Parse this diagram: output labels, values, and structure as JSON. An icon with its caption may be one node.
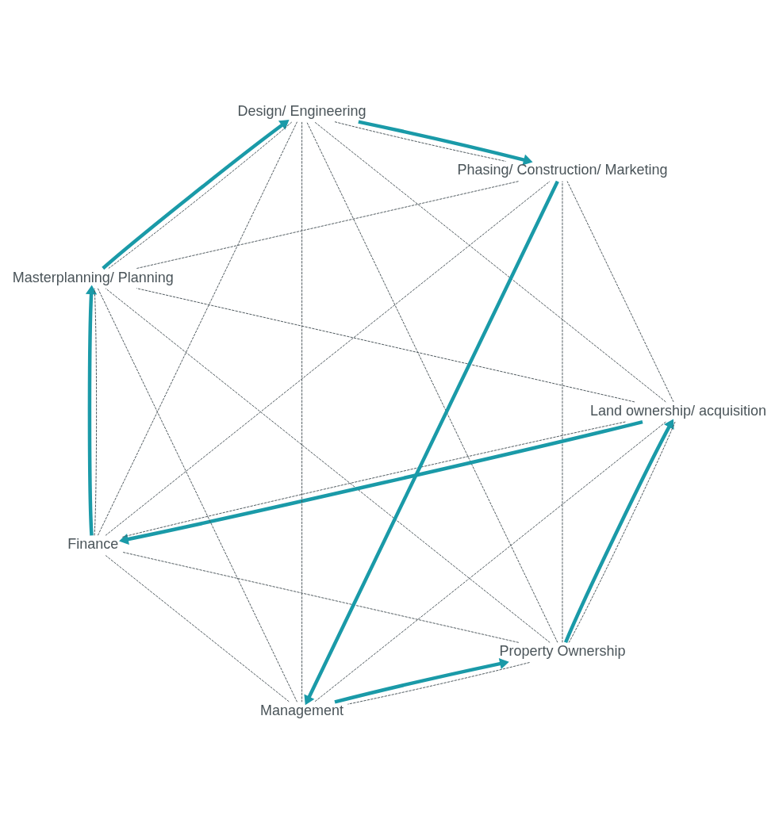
{
  "diagram": {
    "nodes": [
      {
        "text": [
          "Property Ownership"
        ]
      },
      {
        "text": [
          "Land ownership/ acquisition"
        ]
      },
      {
        "text": [
          "Finance"
        ]
      },
      {
        "text": [
          "Masterplanning/ Planning"
        ]
      },
      {
        "text": [
          "Design/ Engineering"
        ]
      },
      {
        "text": [
          "Phasing/ Construction/ Marketing"
        ]
      },
      {
        "text": [
          "Management"
        ]
      }
    ],
    "edges": [
      {
        "from": 0,
        "to": 1,
        "arrow": "to",
        "style": "thick",
        "color": "#1a9aa8"
      },
      {
        "from": 1,
        "to": 2,
        "arrow": "to",
        "style": "thick",
        "color": "#1a9aa8"
      },
      {
        "from": 2,
        "to": 3,
        "arrow": "to",
        "style": "thick",
        "color": "#1a9aa8"
      },
      {
        "from": 3,
        "to": 4,
        "arrow": "to",
        "style": "thick",
        "color": "#1a9aa8"
      },
      {
        "from": 4,
        "to": 5,
        "arrow": "to",
        "style": "thick",
        "color": "#1a9aa8"
      },
      {
        "from": 5,
        "to": 6,
        "arrow": "to",
        "style": "thick",
        "color": "#1a9aa8"
      },
      {
        "from": 6,
        "to": 0,
        "arrow": "to",
        "style": "thick",
        "color": "#1a9aa8"
      },
      {
        "from": 0,
        "to": 1,
        "arrow": "none",
        "style": "dashed"
      },
      {
        "from": 0,
        "to": 2,
        "arrow": "none",
        "style": "dashed"
      },
      {
        "from": 0,
        "to": 3,
        "arrow": "none",
        "style": "dashed"
      },
      {
        "from": 0,
        "to": 4,
        "arrow": "none",
        "style": "dashed"
      },
      {
        "from": 0,
        "to": 5,
        "arrow": "none",
        "style": "dashed"
      },
      {
        "from": 0,
        "to": 6,
        "arrow": "none",
        "style": "dashed"
      },
      {
        "from": 1,
        "to": 2,
        "arrow": "none",
        "style": "dashed"
      },
      {
        "from": 1,
        "to": 3,
        "arrow": "none",
        "style": "dashed"
      },
      {
        "from": 1,
        "to": 4,
        "arrow": "none",
        "style": "dashed"
      },
      {
        "from": 1,
        "to": 5,
        "arrow": "none",
        "style": "dashed"
      },
      {
        "from": 1,
        "to": 6,
        "arrow": "none",
        "style": "dashed"
      },
      {
        "from": 2,
        "to": 3,
        "arrow": "none",
        "style": "dashed"
      },
      {
        "from": 2,
        "to": 4,
        "arrow": "none",
        "style": "dashed"
      },
      {
        "from": 2,
        "to": 5,
        "arrow": "none",
        "style": "dashed"
      },
      {
        "from": 2,
        "to": 6,
        "arrow": "none",
        "style": "dashed"
      },
      {
        "from": 3,
        "to": 4,
        "arrow": "none",
        "style": "dashed"
      },
      {
        "from": 3,
        "to": 5,
        "arrow": "none",
        "style": "dashed"
      },
      {
        "from": 3,
        "to": 6,
        "arrow": "none",
        "style": "dashed"
      },
      {
        "from": 4,
        "to": 5,
        "arrow": "none",
        "style": "dashed"
      },
      {
        "from": 4,
        "to": 6,
        "arrow": "none",
        "style": "dashed"
      }
    ]
  }
}
